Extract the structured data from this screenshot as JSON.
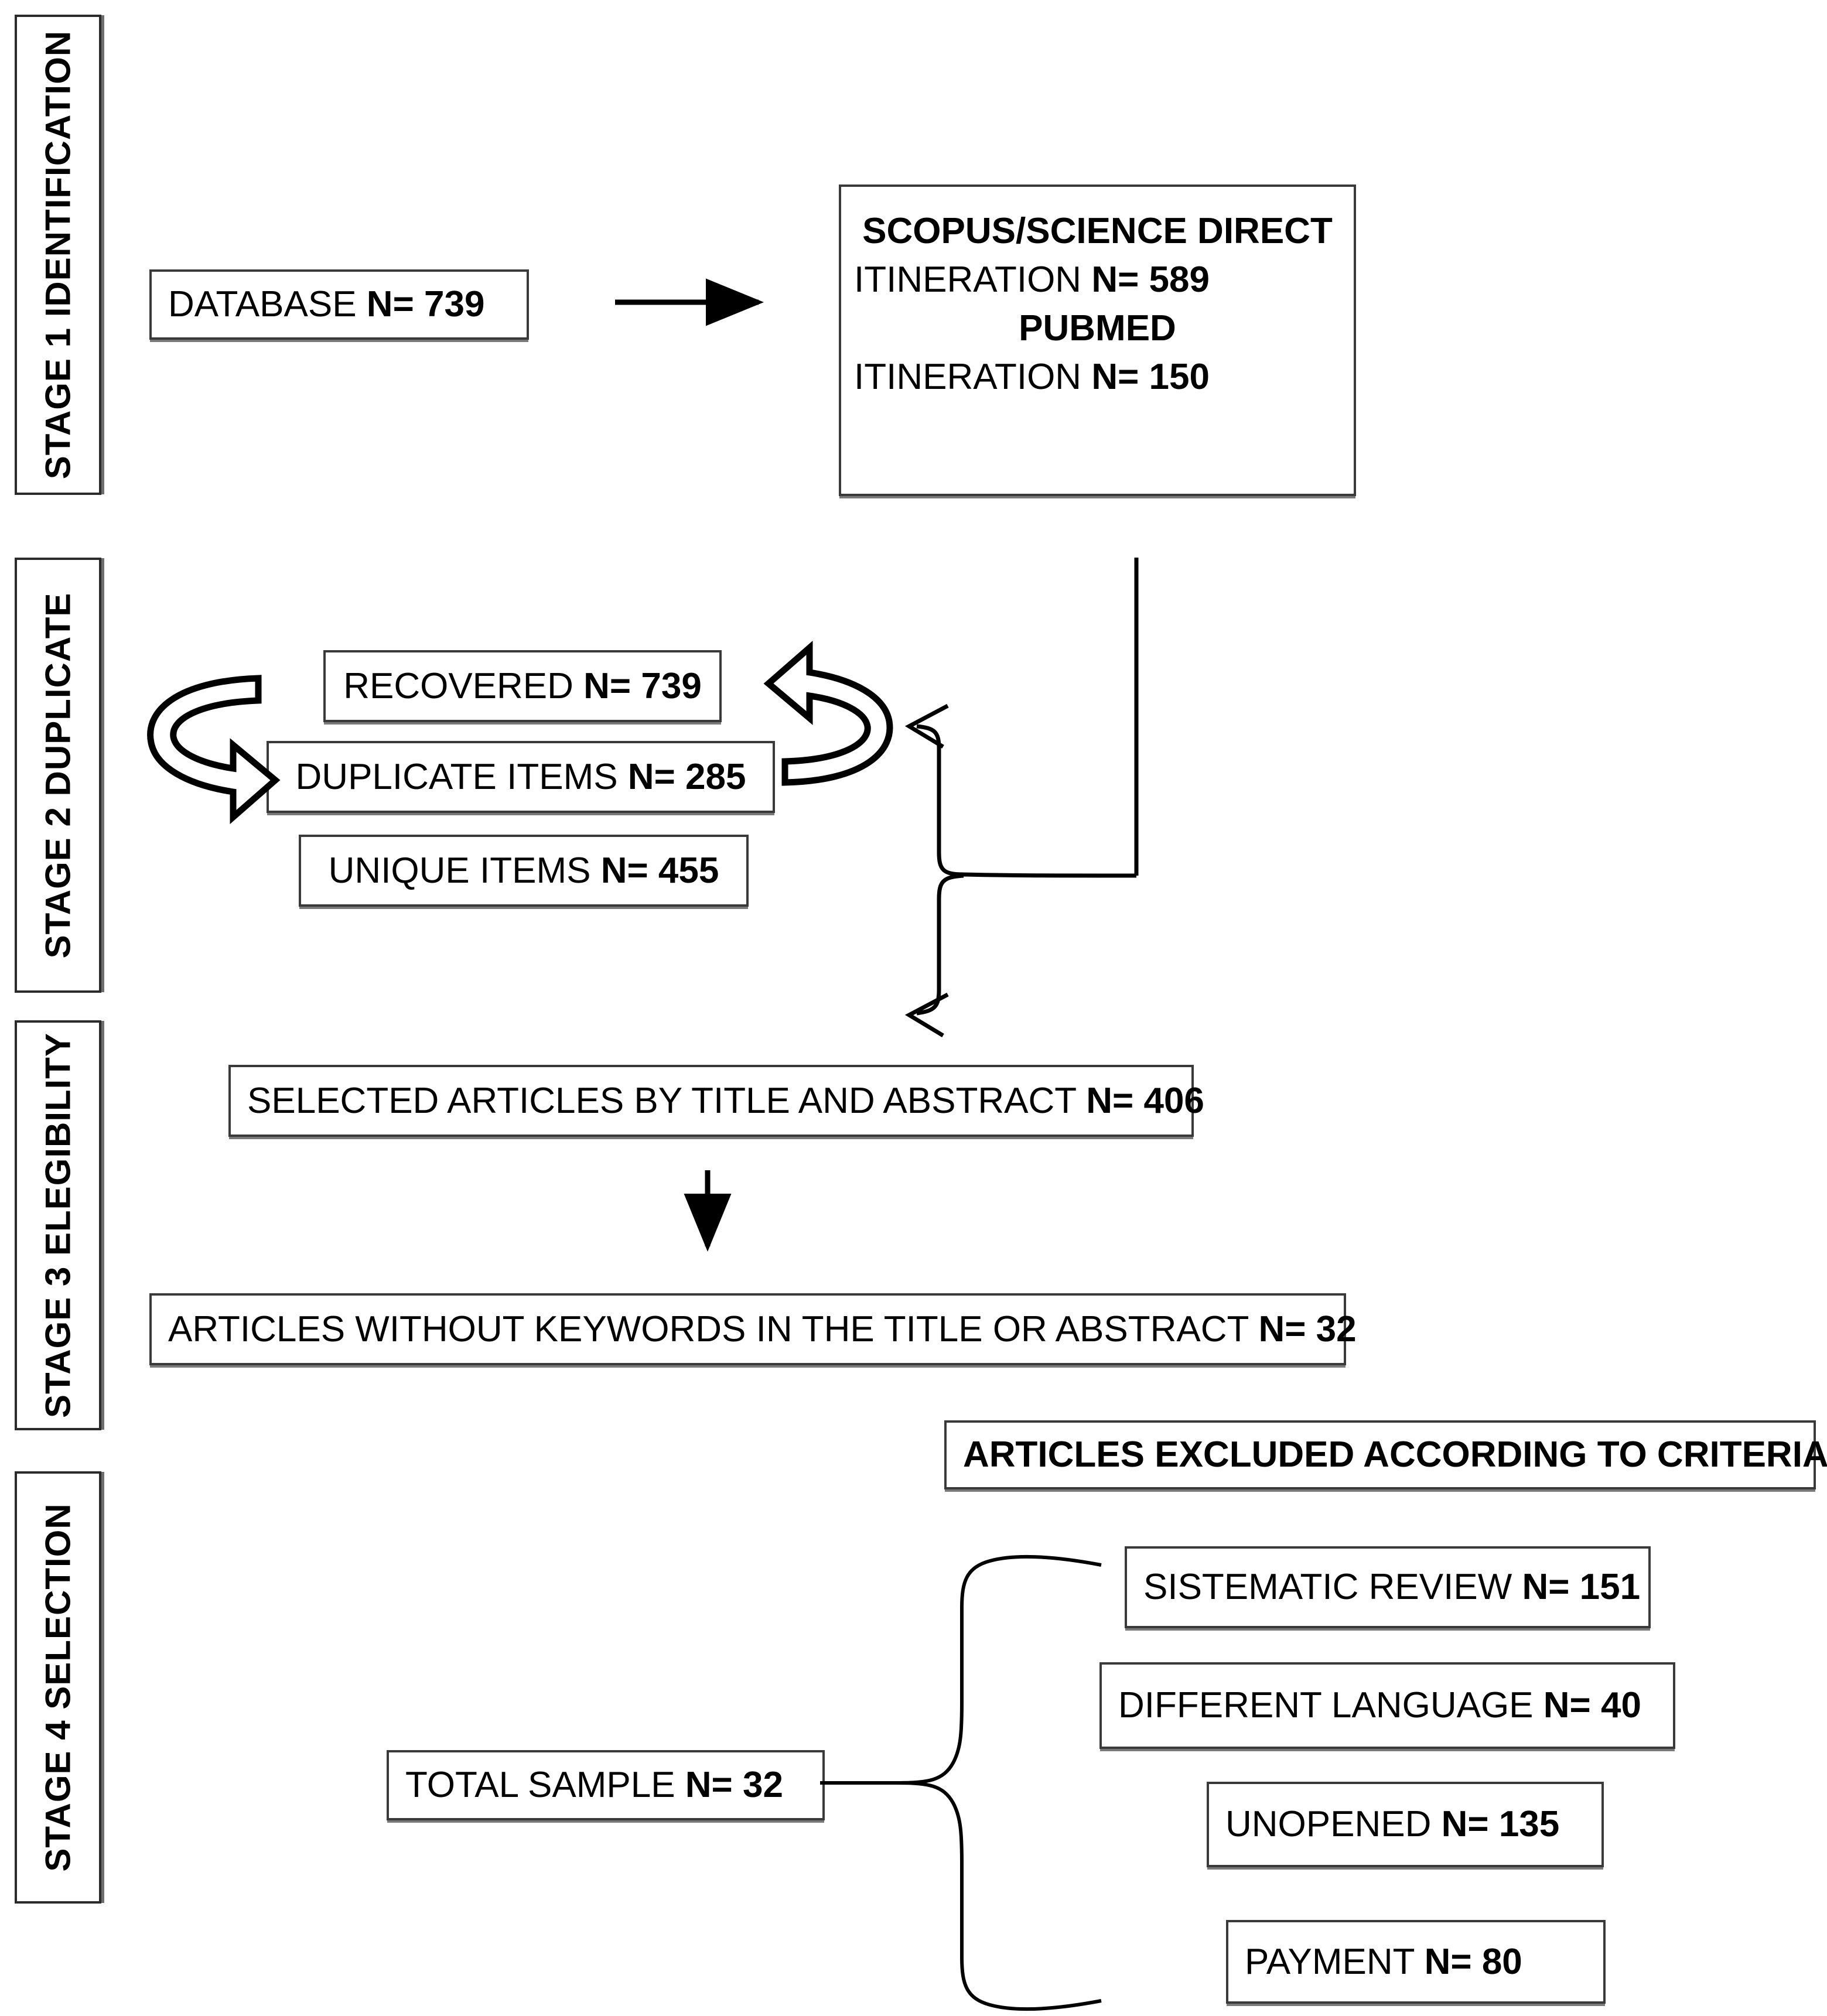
{
  "diagram": {
    "title": "PRISMA style study selection flowchart",
    "type": "flowchart",
    "stages": [
      {
        "id": "stage1",
        "label": "STAGE 1 IDENTIFICATION"
      },
      {
        "id": "stage2",
        "label": "STAGE 2 DUPLICATE"
      },
      {
        "id": "stage3",
        "label": "STAGE 3 ELEGIBILITY"
      },
      {
        "id": "stage4",
        "label": "STAGE 4 SELECTION"
      }
    ]
  },
  "stage1": {
    "database_box": {
      "text": "DATABASE ",
      "value": "N= 739"
    },
    "sources_box": {
      "line1": "SCOPUS/SCIENCE DIRECT",
      "line2_text": "ITINERATION ",
      "line2_value": "N= 589",
      "line3": "PUBMED",
      "line4_text": "ITINERATION ",
      "line4_value": "N= 150"
    }
  },
  "stage2": {
    "recovered": {
      "text": "RECOVERED ",
      "value": "N= 739"
    },
    "duplicate": {
      "text": "DUPLICATE ITEMS ",
      "value": "N= 285"
    },
    "unique": {
      "text": "UNIQUE ITEMS ",
      "value": "N= 455"
    }
  },
  "stage3": {
    "selected": {
      "text": "SELECTED ARTICLES BY TITLE AND ABSTRACT ",
      "value": "N= 406"
    },
    "without_keywords": {
      "text": "ARTICLES WITHOUT KEYWORDS IN THE TITLE OR ABSTRACT ",
      "value": "N= 32"
    }
  },
  "stage4": {
    "excluded_header": "ARTICLES EXCLUDED ACCORDING TO CRITERIA",
    "total_sample": {
      "text": "TOTAL SAMPLE ",
      "value": "N= 32"
    },
    "exclusions": [
      {
        "text": "SISTEMATIC REVIEW ",
        "value": "N= 151"
      },
      {
        "text": "DIFFERENT LANGUAGE ",
        "value": "N= 40"
      },
      {
        "text": "UNOPENED ",
        "value": "N= 135"
      },
      {
        "text": "PAYMENT ",
        "value": "N= 80"
      }
    ]
  },
  "colors": {
    "line": "#000000",
    "box_border": "#3a3a3a",
    "box_shadow": "#7a7a7a",
    "background": "#ffffff"
  }
}
